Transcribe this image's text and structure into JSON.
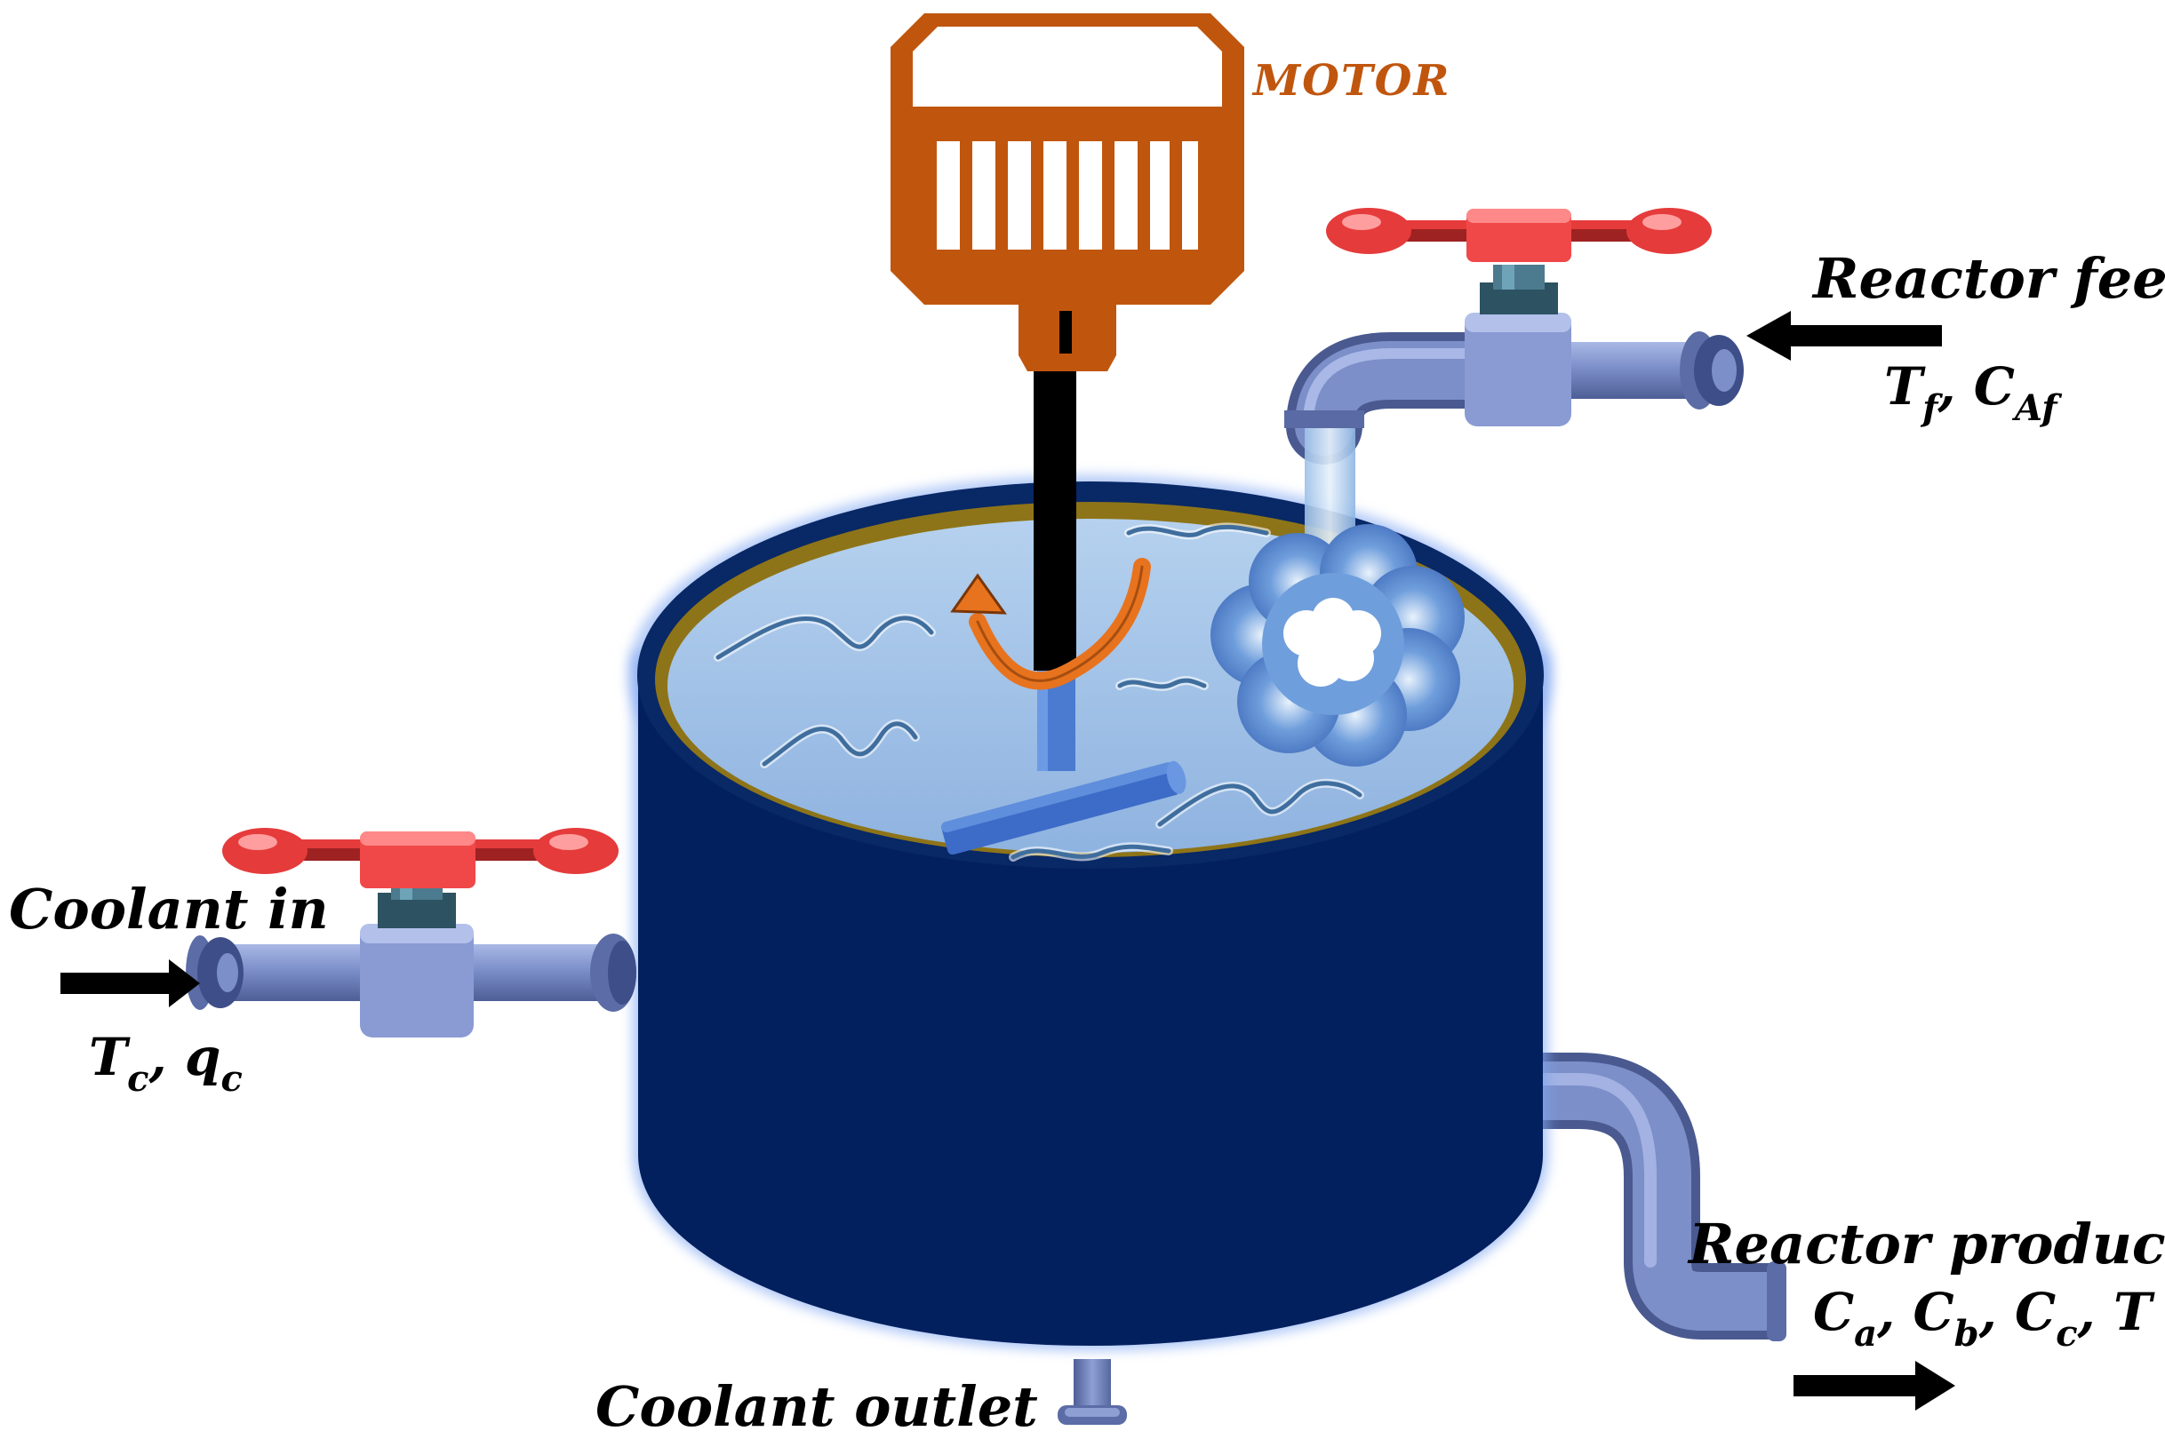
{
  "colors": {
    "motor": "#C0560E",
    "tank_body": "#03205E",
    "tank_rim": "#0A2C6E",
    "liquid": "#9EC0E6",
    "liquid_rim": "#8E7418",
    "pipe": "#7C8FC9",
    "pipe_dark": "#56679F",
    "valve_handle": "#E53B3B",
    "valve_knob": "#F04848",
    "valve_stem": "#4C7A8E",
    "shaft": "#000000",
    "impeller": "#3C6CC7",
    "rotation_arrow": "#E8731E",
    "wave": "#3F6E9E",
    "splash": "#5E8DD1",
    "arrow": "#000000"
  },
  "icons": {
    "motor": "motor-icon",
    "valve": "valve-icon",
    "rotation": "rotation-arrow-icon",
    "flow": "flow-arrow-icon"
  },
  "labels": {
    "motor": "MOTOR",
    "reactor_feed": "Reactor feed",
    "feed_vars": {
      "t": "T",
      "t_sub": "f",
      "sep": ", ",
      "c": "C",
      "c_sub": "Af"
    },
    "coolant_in": "Coolant in",
    "coolant_vars": {
      "t": "T",
      "t_sub": "c",
      "sep": ", ",
      "q": "q",
      "q_sub": "c"
    },
    "coolant_outlet": "Coolant outlet",
    "reactor_product": "Reactor product",
    "product_vars": {
      "ca": "C",
      "ca_sub": "a",
      "cb": "C",
      "cb_sub": "b",
      "cc": "C",
      "cc_sub": "c",
      "sep": ", ",
      "t": "T"
    }
  }
}
